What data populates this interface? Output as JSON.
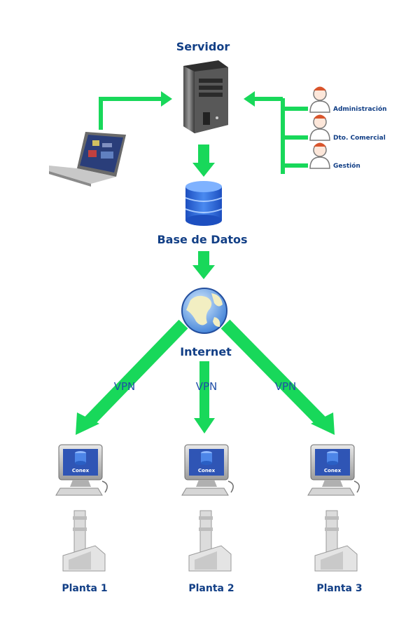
{
  "labels": {
    "server": "Servidor",
    "database": "Base de Datos",
    "internet": "Internet"
  },
  "users": [
    "Administración",
    "Dto. Comercial",
    "Gestión"
  ],
  "vpn": [
    "VPN",
    "VPN",
    "VPN"
  ],
  "plants": [
    {
      "name": "Planta 1",
      "screen": "Conex"
    },
    {
      "name": "Planta 2",
      "screen": "Conex"
    },
    {
      "name": "Planta 3",
      "screen": "Conex"
    }
  ],
  "colors": {
    "arrow": "#18d85a",
    "label": "#123f86",
    "database": "#2a62d6"
  },
  "icons": [
    "server-icon",
    "laptop-icon",
    "user-icon",
    "database-icon",
    "globe-icon",
    "computer-icon",
    "factory-icon"
  ]
}
